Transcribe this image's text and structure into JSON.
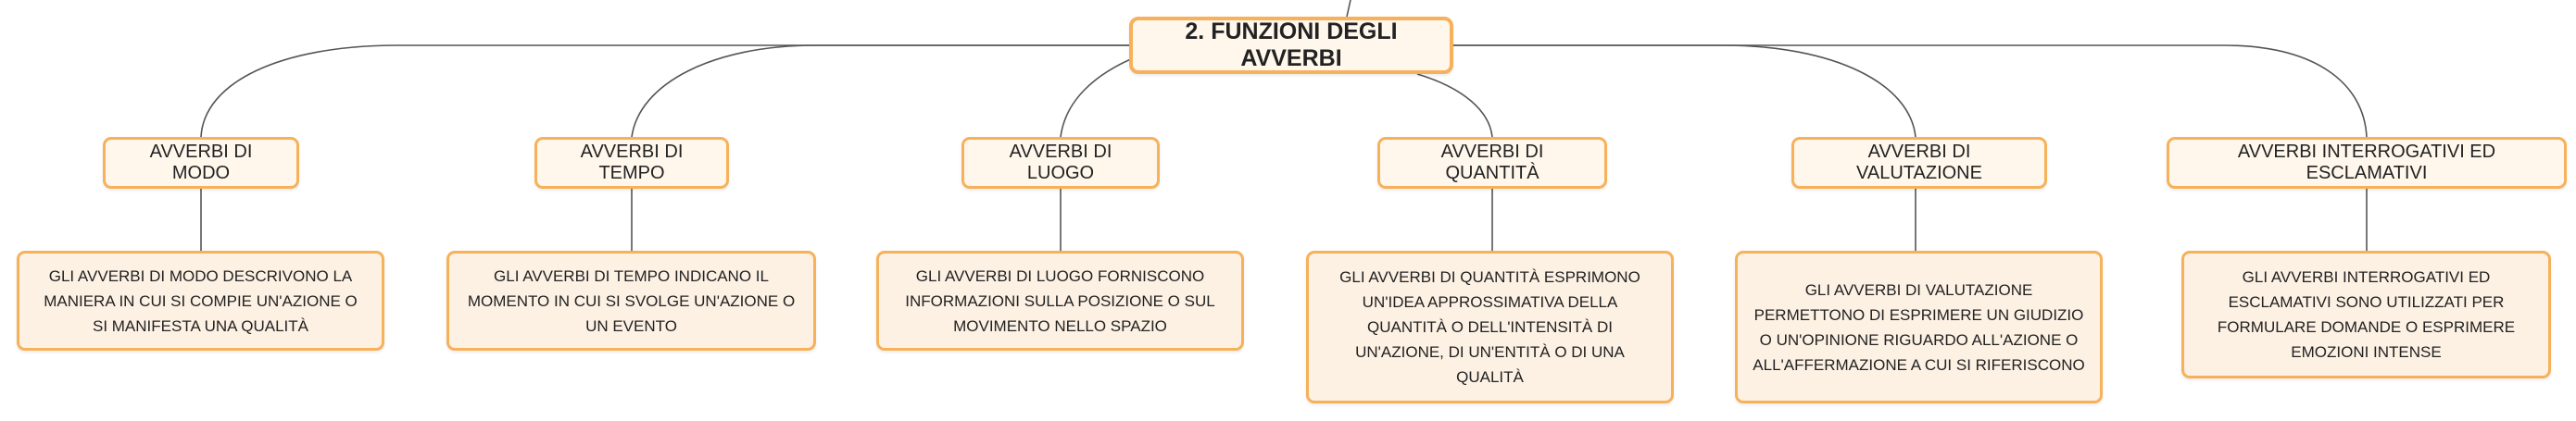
{
  "root": {
    "label": "2. FUNZIONI DEGLI AVVERBI"
  },
  "branches": [
    {
      "title": "AVVERBI DI MODO",
      "description": "GLI AVVERBI DI MODO DESCRIVONO LA MANIERA IN CUI SI COMPIE UN'AZIONE O SI MANIFESTA UNA QUALITÀ"
    },
    {
      "title": "AVVERBI DI TEMPO",
      "description": "GLI AVVERBI DI TEMPO INDICANO IL MOMENTO IN CUI SI SVOLGE UN'AZIONE O UN EVENTO"
    },
    {
      "title": "AVVERBI DI LUOGO",
      "description": "GLI AVVERBI DI LUOGO FORNISCONO INFORMAZIONI SULLA POSIZIONE O SUL MOVIMENTO NELLO SPAZIO"
    },
    {
      "title": "AVVERBI DI QUANTITÀ",
      "description": "GLI AVVERBI DI QUANTITÀ ESPRIMONO UN'IDEA APPROSSIMATIVA DELLA QUANTITÀ O DELL'INTENSITÀ DI UN'AZIONE, DI UN'ENTITÀ O DI UNA QUALITÀ"
    },
    {
      "title": "AVVERBI DI VALUTAZIONE",
      "description": "GLI AVVERBI DI VALUTAZIONE PERMETTONO DI ESPRIMERE UN GIUDIZIO O UN'OPINIONE RIGUARDO ALL'AZIONE O ALL'AFFERMAZIONE A CUI SI RIFERISCONO"
    },
    {
      "title": "AVVERBI INTERROGATIVI ED ESCLAMATIVI",
      "description": "GLI AVVERBI INTERROGATIVI ED ESCLAMATIVI SONO UTILIZZATI PER FORMULARE DOMANDE O ESPRIMERE EMOZIONI INTENSE"
    }
  ],
  "colors": {
    "node_border": "#f6b15a",
    "node_fill": "#fff7ec",
    "description_fill": "#fdf1e4",
    "connector": "#555555"
  }
}
